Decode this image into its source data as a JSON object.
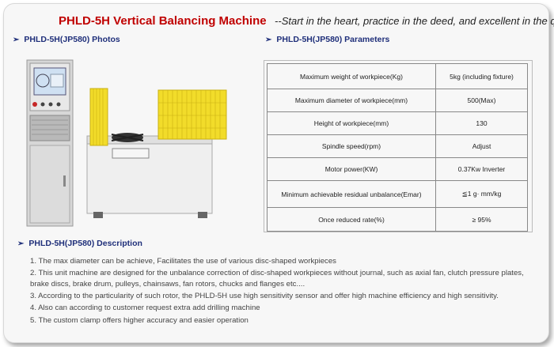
{
  "header": {
    "title": "PHLD-5H Vertical Balancing Machine",
    "slogan": "--Start in the heart, practice in the deed, and excellent in the quality"
  },
  "sections": {
    "photos": "PHLD-5H(JP580) Photos",
    "params": "PHLD-5H(JP580) Parameters",
    "description": "PHLD-5H(JP580) Description"
  },
  "params": [
    {
      "label": "Maximum weight of workpiece(Kg)",
      "value": "5kg (including fixture)"
    },
    {
      "label": "Maximum diameter of workpiece(mm)",
      "value": "500(Max)"
    },
    {
      "label": "Height of workpiece(mm)",
      "value": "130"
    },
    {
      "label": "Spindle speed(rpm)",
      "value": "Adjust"
    },
    {
      "label": "Motor power(KW)",
      "value": "0.37Kw Inverter"
    },
    {
      "label": "Minimum achievable residual unbalance(Emar)",
      "value": "≦1 g· mm/kg"
    },
    {
      "label": "Once reduced rate(%)",
      "value": "≥ 95%"
    }
  ],
  "description": [
    "1. The max diameter can be achieve, Facilitates the use of various disc-shaped workpieces",
    "2. This unit machine are designed for the unbalance correction of disc-shaped workpieces without journal, such as axial fan,  clutch pressure plates, brake discs, brake drum, pulleys, chainsaws, fan rotors, chucks and flanges etc....",
    "3. According to the particularity of such rotor, the PHLD-5H use high sensitivity sensor and offer high machine efficiency and high sensitivity.",
    "4. Also can according to customer request extra add drilling machine",
    "5. The custom clamp offers higher accuracy and easier operation"
  ],
  "icons": {
    "bullet": "arrow-bullet-icon"
  },
  "colors": {
    "title": "#c00000",
    "section_heading": "#1f2f7a",
    "guard": "#f2dc2a"
  }
}
